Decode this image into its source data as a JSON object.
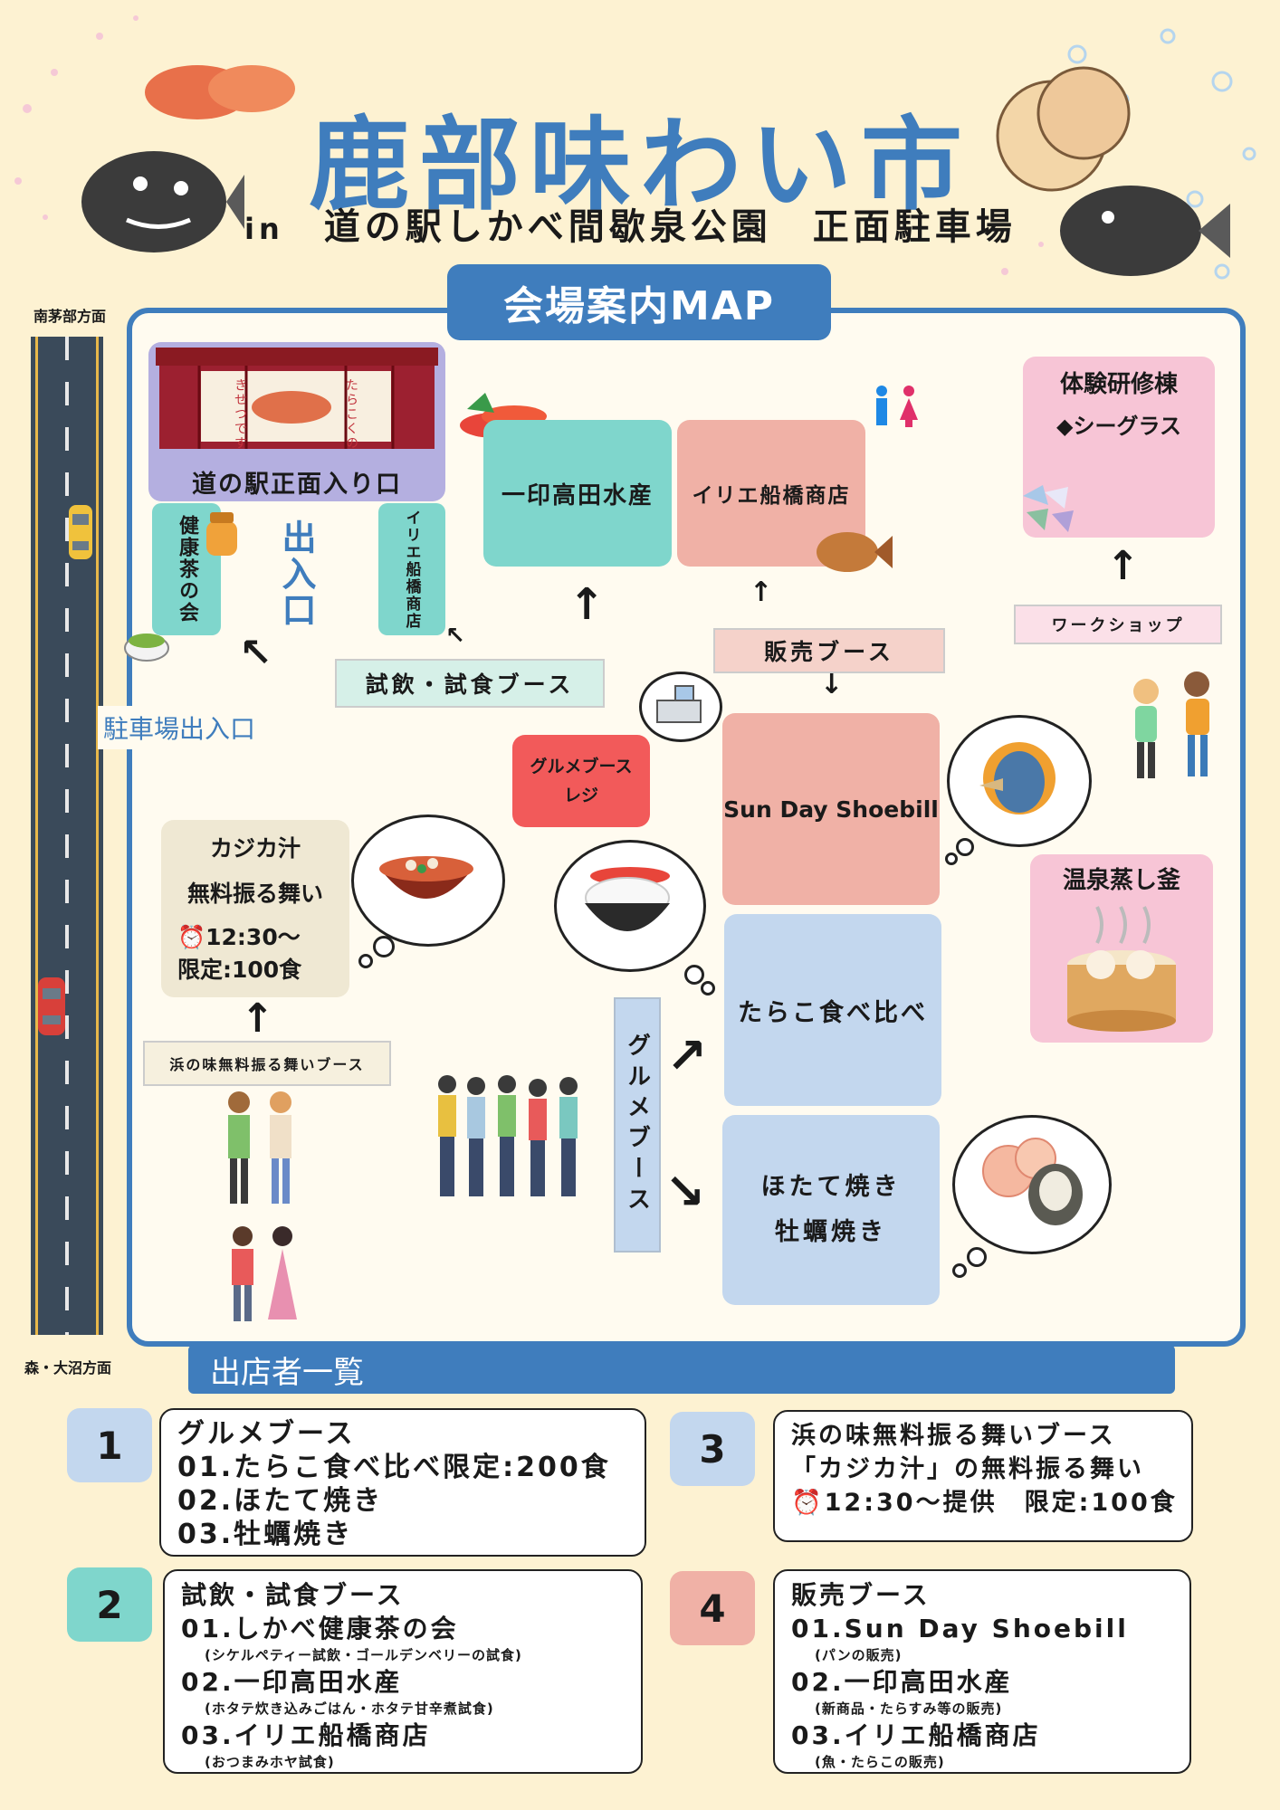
{
  "header": {
    "title": "鹿部味わい市",
    "venue_prefix": "in",
    "venue": "道の駅しかべ間歇泉公園　正面駐車場"
  },
  "map": {
    "tab": "会場案内MAP",
    "road_north": "南茅部方面",
    "road_south": "森・大沼方面",
    "parking_entrance": "駐車場出入口",
    "station_entrance": "道の駅正面入り口",
    "exit_entrance": "出入口",
    "health_tea": "健康茶の会",
    "irie_side": "イリエ船橋商店",
    "ichijirushi": "一印高田水産",
    "irie": "イリエ船橋商店",
    "experience_hall": "体験研修棟",
    "sea_glass": "◆シーグラス",
    "workshop": "ワークショップ",
    "tasting_booth": "試飲・試食ブース",
    "sales_booth": "販売ブース",
    "gourmet_register_line1": "グルメブース",
    "gourmet_register_line2": "レジ",
    "sunday": "Sun Day Shoebill",
    "onsen": "温泉蒸し釜",
    "kajika_line1": "カジカ汁",
    "kajika_line2": "無料振る舞い",
    "kajika_time": "12:30～",
    "kajika_limit": "限定:100食",
    "hama_booth": "浜の味無料振る舞いブース",
    "gourmet_booth": "グルメブース",
    "tarako": "たらこ食べ比べ",
    "hotate_line1": "ほたて焼き",
    "hotate_line2": "牡蠣焼き",
    "noren_text_a": "たらこくの",
    "noren_text_b": "きせつです"
  },
  "list": {
    "header": "出店者一覧",
    "sections": [
      {
        "num": "1",
        "lines": [
          "グルメブース",
          "01.たらこ食べ比べ限定:200食",
          "02.ほたて焼き",
          "03.牡蠣焼き"
        ]
      },
      {
        "num": "2",
        "title": "試飲・試食ブース",
        "items": [
          {
            "main": "01.しかべ健康茶の会",
            "sub": "(シケルペティー試飲・ゴールデンベリーの試食)"
          },
          {
            "main": "02.一印高田水産",
            "sub": "(ホタテ炊き込みごはん・ホタテ甘辛煮試食)"
          },
          {
            "main": "03.イリエ船橋商店",
            "sub": "(おつまみホヤ試食)"
          }
        ]
      },
      {
        "num": "3",
        "lines": [
          "浜の味無料振る舞いブース",
          "「カジカ汁」の無料振る舞い",
          "12:30～提供　限定:100食"
        ]
      },
      {
        "num": "4",
        "title": "販売ブース",
        "items": [
          {
            "main": "01.Sun Day Shoebill",
            "sub": "(パンの販売)"
          },
          {
            "main": "02.一印高田水産",
            "sub": "(新商品・たらすみ等の販売)"
          },
          {
            "main": "03.イリエ船橋商店",
            "sub": "(魚・たらこの販売)"
          }
        ]
      }
    ]
  },
  "colors": {
    "accent": "#3f7dbd",
    "teal": "#7fd6cc",
    "pink": "#f0b1a6",
    "blue": "#c3d7ee",
    "background": "#fdf2d2"
  }
}
